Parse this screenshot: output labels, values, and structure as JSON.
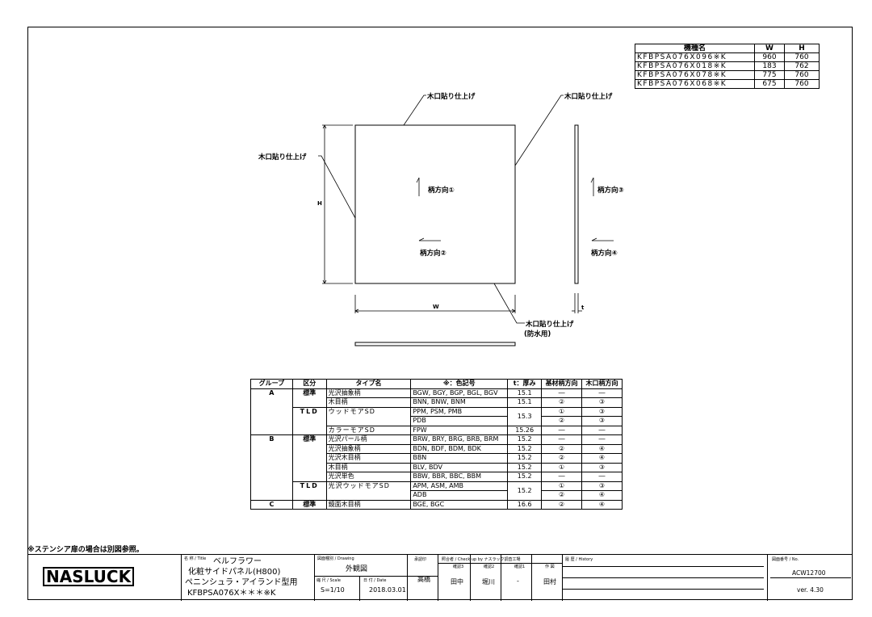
{
  "model_table": {
    "headers": [
      "機種名",
      "W",
      "H"
    ],
    "rows": [
      [
        "KFBPSA076X096※K",
        "960",
        "760"
      ],
      [
        "KFBPSA076X018※K",
        "183",
        "762"
      ],
      [
        "KFBPSA076X078※K",
        "775",
        "760"
      ],
      [
        "KFBPSA076X068※K",
        "675",
        "760"
      ]
    ]
  },
  "drawing": {
    "edge_label_top": "木口貼り仕上げ",
    "edge_label_right": "木口貼り仕上げ",
    "edge_label_left": "木口貼り仕上げ",
    "edge_label_bottom": "木口貼り仕上げ",
    "edge_label_bottom_sub": "(防水用)",
    "dir1": "柄方向①",
    "dir2": "柄方向②",
    "dir3": "柄方向③",
    "dir4": "柄方向④",
    "dim_h": "H",
    "dim_w": "W",
    "dim_t": "t"
  },
  "spec_table": {
    "headers": [
      "グループ",
      "区分",
      "タイプ名",
      "※：色記号",
      "t：厚み",
      "基材柄方向",
      "木口柄方向"
    ],
    "rows": [
      {
        "group": "A",
        "kubun": "標準",
        "type": "光沢抽象柄",
        "code": "BGW, BGY, BGP, BGL, BGV",
        "t": "15.1",
        "base": "―",
        "edge": "―"
      },
      {
        "group": "",
        "kubun": "",
        "type": "木目柄",
        "code": "BNN, BNW, BNM",
        "t": "15.1",
        "base": "②",
        "edge": "③"
      },
      {
        "group": "",
        "kubun": "TLD",
        "type": "ウッドモアSD",
        "code": "PPM, PSM, PMB",
        "t": "15.3",
        "base": "①",
        "edge": "③"
      },
      {
        "group": "",
        "kubun": "",
        "type": "",
        "code": "PDB",
        "t": "",
        "base": "②",
        "edge": "③"
      },
      {
        "group": "",
        "kubun": "",
        "type": "カラーモアSD",
        "code": "FPW",
        "t": "15.26",
        "base": "―",
        "edge": "―"
      },
      {
        "group": "B",
        "kubun": "標準",
        "type": "光沢パール柄",
        "code": "BRW, BRY, BRG, BRB, BRM",
        "t": "15.2",
        "base": "―",
        "edge": "―"
      },
      {
        "group": "",
        "kubun": "",
        "type": "光沢抽象柄",
        "code": "BDN, BDF, BDM, BDK",
        "t": "15.2",
        "base": "②",
        "edge": "④"
      },
      {
        "group": "",
        "kubun": "",
        "type": "光沢木目柄",
        "code": "BBN",
        "t": "15.2",
        "base": "②",
        "edge": "④"
      },
      {
        "group": "",
        "kubun": "",
        "type": "木目柄",
        "code": "BLV, BDV",
        "t": "15.2",
        "base": "①",
        "edge": "③"
      },
      {
        "group": "",
        "kubun": "",
        "type": "光沢単色",
        "code": "BBW, BBR, BBC, BBM",
        "t": "15.2",
        "base": "―",
        "edge": "―"
      },
      {
        "group": "",
        "kubun": "TLD",
        "type": "光沢ウッドモアSD",
        "code": "APM, ASM, AMB",
        "t": "15.2",
        "base": "①",
        "edge": "③"
      },
      {
        "group": "",
        "kubun": "",
        "type": "",
        "code": "ADB",
        "t": "",
        "base": "②",
        "edge": "④"
      },
      {
        "group": "C",
        "kubun": "標準",
        "type": "鏡面木目柄",
        "code": "BGE, BGC",
        "t": "16.6",
        "base": "②",
        "edge": "④"
      }
    ]
  },
  "note": "※ステンシア扉の場合は別図参照。",
  "title_block": {
    "logo": "NASLUCK",
    "title_caption": "名 称 / Title",
    "title_line1": "ベルフラワー",
    "title_line2": "化粧サイドパネル(H800)",
    "title_line3": "ペニンシュラ・アイランド型用",
    "title_line4": "KFBPSA076X＊＊＊※K",
    "drawing_caption": "図面種別 / Drawing",
    "drawing_value": "外観図",
    "scale_caption": "縮 尺 / Scale",
    "scale_value": "S=1/10",
    "date_caption": "日 付 / Date",
    "date_value": "2018.03.01",
    "approve_caption": "承認印",
    "approve_value": "高橋",
    "check_caption": "照合者 / Check up by ナスラック調査工場",
    "check_sub1": "確認3",
    "check_sub2": "確認2",
    "check_sub3": "確認1",
    "check_sub4": "作 図",
    "check_val1": "田中",
    "check_val2": "堀川",
    "check_val3": "-",
    "check_val4": "田村",
    "history_caption": "履 歴 / History",
    "no_caption": "図面番号 / No.",
    "no_value": "ACW12700",
    "version": "ver. 4.30"
  }
}
